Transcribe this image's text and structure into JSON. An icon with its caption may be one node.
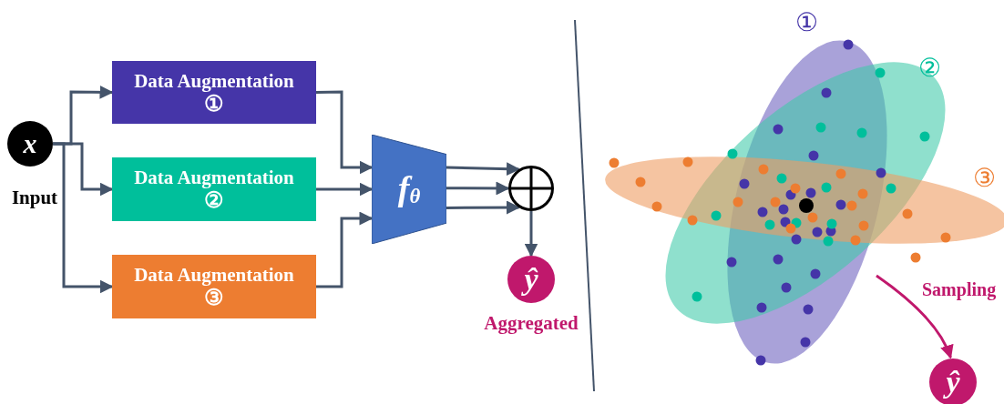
{
  "diagram": {
    "nodes": [
      {
        "text": [
          "x"
        ],
        "beside": [
          "Input"
        ]
      },
      {
        "text": [
          "Data Augmentation",
          "①"
        ]
      },
      {
        "text": [
          "Data Augmentation",
          "②"
        ]
      },
      {
        "text": [
          "Data Augmentation",
          "③"
        ]
      },
      {
        "text": [
          "f$_{θ}$"
        ]
      },
      {
        "text": [],
        "shape": "circle"
      },
      {
        "text": [
          "ŷ"
        ],
        "beside": [
          "Aggregated"
        ]
      },
      {
        "text": [
          "ŷ"
        ]
      }
    ],
    "edges": [
      {
        "from": 0,
        "to": 1,
        "arrow": "to"
      },
      {
        "from": 0,
        "to": 2,
        "arrow": "to"
      },
      {
        "from": 0,
        "to": 3,
        "arrow": "to"
      },
      {
        "from": 1,
        "to": 4,
        "arrow": "to"
      },
      {
        "from": 2,
        "to": 4,
        "arrow": "to"
      },
      {
        "from": 3,
        "to": 4,
        "arrow": "to"
      },
      {
        "from": 4,
        "to": 5,
        "arrow": "to"
      },
      {
        "from": 4,
        "to": 5,
        "arrow": "to"
      },
      {
        "from": 4,
        "to": 5,
        "arrow": "to"
      },
      {
        "from": 5,
        "to": 6,
        "arrow": "to"
      },
      {
        "from": null,
        "to": 7,
        "arrow": "to",
        "label": "Sampling",
        "color": "#c0186c"
      }
    ],
    "labels": [
      "①",
      "②",
      "③"
    ]
  }
}
